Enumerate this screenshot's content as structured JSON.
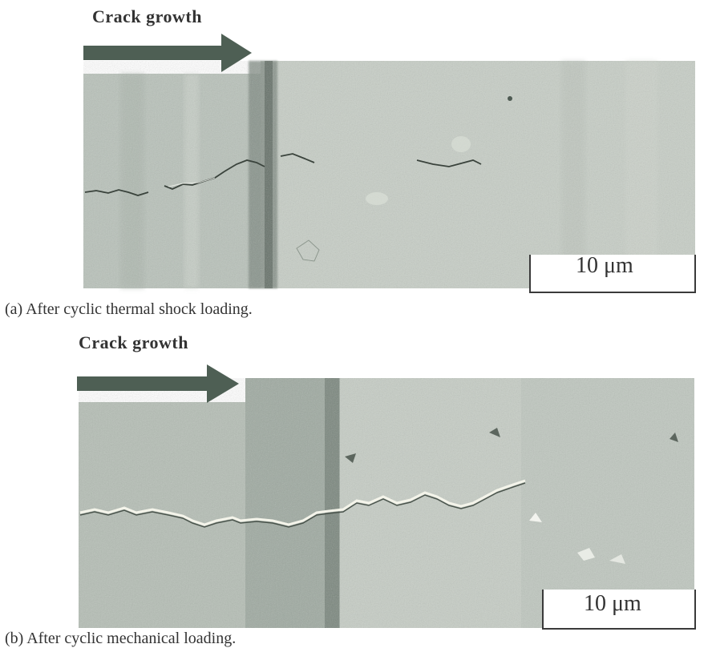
{
  "panel_a": {
    "heading": "Crack growth",
    "caption": "(a) After cyclic thermal shock loading.",
    "scale_label": "10 μm"
  },
  "panel_b": {
    "heading": "Crack growth",
    "caption": "(b) After cyclic mechanical loading.",
    "scale_label": "10 μm"
  },
  "colors": {
    "arrow": "#4e5f54",
    "micrograph_base": "#c4cbc4",
    "crack": "#f8f8f0"
  }
}
